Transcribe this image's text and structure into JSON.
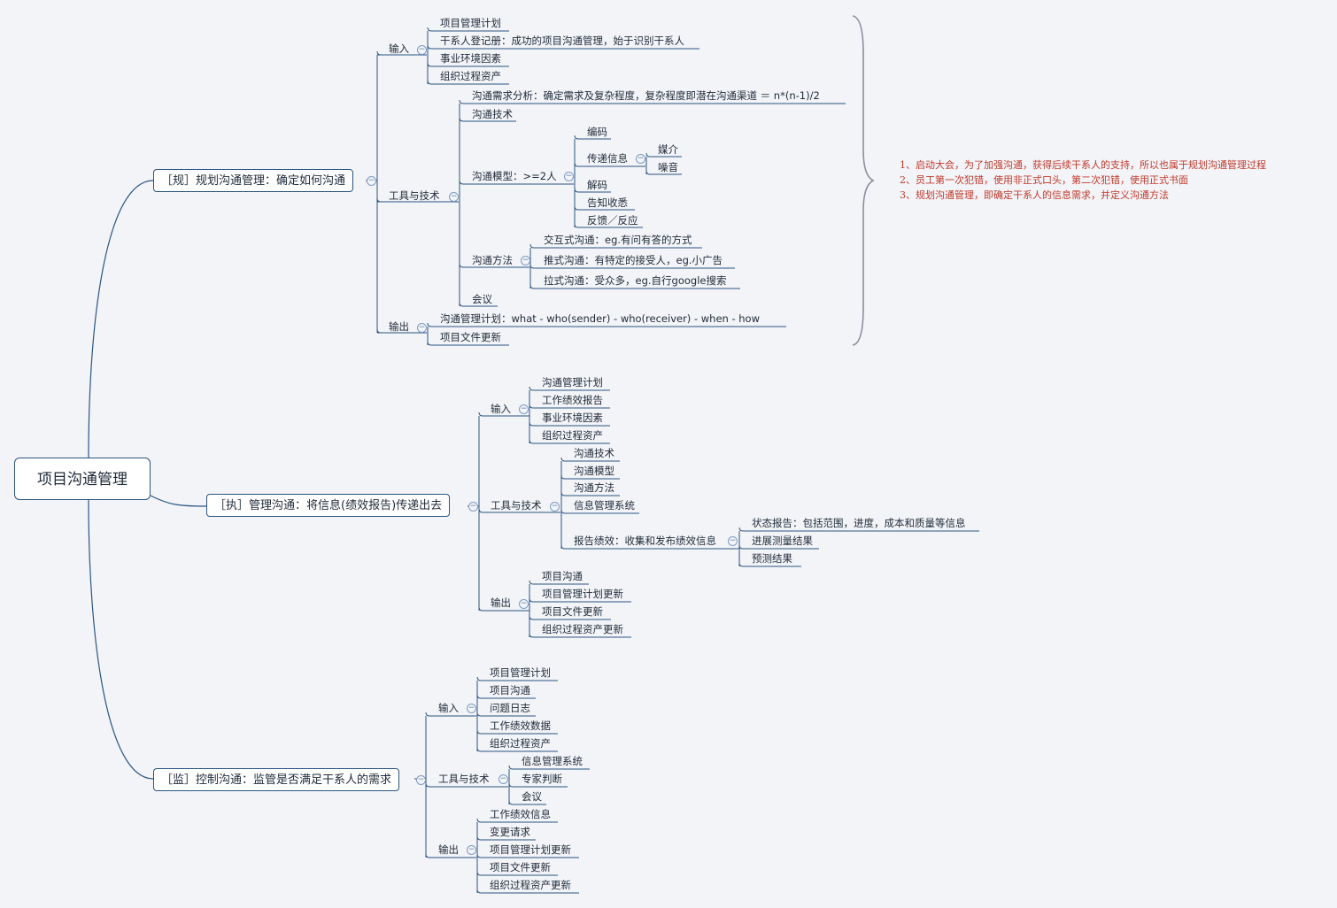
{
  "root": "项目沟通管理",
  "branches": [
    {
      "title": "［规］规划沟通管理：确定如何沟通",
      "groups": [
        {
          "label": "输入",
          "items": [
            "项目管理计划",
            "干系人登记册：成功的项目沟通管理，始于识别干系人",
            "事业环境因素",
            "组织过程资产"
          ]
        },
        {
          "label": "工具与技术",
          "items": [
            "沟通需求分析：确定需求及复杂程度，复杂程度即潜在沟通渠道 ＝ n*(n-1)/2",
            "沟通技术",
            "沟通模型：>=2人",
            "沟通方法",
            "会议"
          ],
          "model": {
            "items": [
              "编码",
              "传递信息",
              "解码",
              "告知收悉",
              "反馈／反应"
            ],
            "transmit": [
              "媒介",
              "噪音"
            ]
          },
          "methods": [
            "交互式沟通：eg.有问有答的方式",
            "推式沟通：有特定的接受人，eg.小广告",
            "拉式沟通：受众多，eg.自行google搜索"
          ]
        },
        {
          "label": "输出",
          "items": [
            "沟通管理计划：what - who(sender) - who(receiver) - when - how",
            "项目文件更新"
          ]
        }
      ]
    },
    {
      "title": "［执］管理沟通：将信息(绩效报告)传递出去",
      "groups": [
        {
          "label": "输入",
          "items": [
            "沟通管理计划",
            "工作绩效报告",
            "事业环境因素",
            "组织过程资产"
          ]
        },
        {
          "label": "工具与技术",
          "items": [
            "沟通技术",
            "沟通模型",
            "沟通方法",
            "信息管理系统",
            "报告绩效：收集和发布绩效信息"
          ],
          "report": [
            "状态报告：包括范围，进度，成本和质量等信息",
            "进展测量结果",
            "预测结果"
          ]
        },
        {
          "label": "输出",
          "items": [
            "项目沟通",
            "项目管理计划更新",
            "项目文件更新",
            "组织过程资产更新"
          ]
        }
      ]
    },
    {
      "title": "［监］控制沟通：监管是否满足干系人的需求",
      "groups": [
        {
          "label": "输入",
          "items": [
            "项目管理计划",
            "项目沟通",
            "问题日志",
            "工作绩效数据",
            "组织过程资产"
          ]
        },
        {
          "label": "工具与技术",
          "items": [
            "信息管理系统",
            "专家判断",
            "会议"
          ]
        },
        {
          "label": "输出",
          "items": [
            "工作绩效信息",
            "变更请求",
            "项目管理计划更新",
            "项目文件更新",
            "组织过程资产更新"
          ]
        }
      ]
    }
  ],
  "notes": [
    "1、启动大会，为了加强沟通，获得后续干系人的支持，所以也属于规划沟通管理过程",
    "2、员工第一次犯错，使用非正式口头，第二次犯错，使用正式书面",
    "3、规划沟通管理，即确定干系人的信息需求，并定义沟通方法"
  ],
  "colors": {
    "line": "#2a5580",
    "note": "#c0392b",
    "background": "#f3f4f8"
  }
}
